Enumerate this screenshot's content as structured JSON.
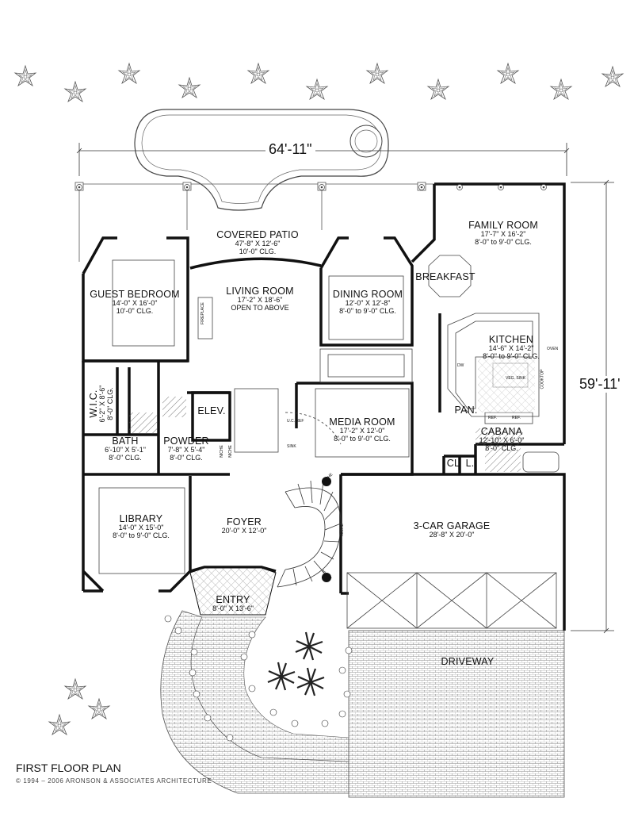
{
  "plan": {
    "title": "FIRST FLOOR PLAN",
    "copyright": "© 1994 – 2006 ARONSON & ASSOCIATES ARCHITECTURE",
    "width_dim": "64'-11\"",
    "depth_dim": "59'-11'"
  },
  "rooms": {
    "covered_patio": {
      "name": "COVERED PATIO",
      "dims": "47'-8\" X 12'-6\"",
      "clg": "10'-0\" CLG."
    },
    "family_room": {
      "name": "FAMILY ROOM",
      "dims": "17'-7\" X 16'-2\"",
      "clg": "8'-0\" to 9'-0\" CLG."
    },
    "breakfast": {
      "name": "BREAKFAST"
    },
    "guest_bedroom": {
      "name": "GUEST BEDROOM",
      "dims": "14'-0\" X 16'-0\"",
      "clg": "10'-0\" CLG."
    },
    "living_room": {
      "name": "LIVING ROOM",
      "dims": "17'-2\" X 18'-6\"",
      "clg": "OPEN TO ABOVE"
    },
    "dining_room": {
      "name": "DINING ROOM",
      "dims": "12'-0\" X 12'-8\"",
      "clg": "8'-0\" to 9'-0\" CLG."
    },
    "kitchen": {
      "name": "KITCHEN",
      "dims": "14'-6\" X 14'-2\"",
      "clg": "8'-0\" to 9'-0\" CLG."
    },
    "wic": {
      "name": "W.I.C.",
      "dims": "6'-2\" X 8'-6\"",
      "clg": "8'-0\" CLG."
    },
    "elev": {
      "name": "ELEV."
    },
    "media_room": {
      "name": "MEDIA ROOM",
      "dims": "17'-2\" X 12'-0\"",
      "clg": "8'-0\" to 9'-0\" CLG."
    },
    "pan": {
      "name": "PAN."
    },
    "bath": {
      "name": "BATH",
      "dims": "6'-10\" X 5'-1\"",
      "clg": "8'-0\" CLG."
    },
    "powder": {
      "name": "POWDER",
      "dims": "7'-8\" X 5'-4\"",
      "clg": "8'-0\" CLG."
    },
    "cabana": {
      "name": "CABANA",
      "dims": "12'-10\" X 6'-0\"",
      "clg": "8'-0\" CLG."
    },
    "cl": {
      "name": "CL"
    },
    "l": {
      "name": "L."
    },
    "library": {
      "name": "LIBRARY",
      "dims": "14'-0\" X 15'-0\"",
      "clg": "8'-0\" to 9'-0\" CLG."
    },
    "foyer": {
      "name": "FOYER",
      "dims": "20'-0\" X 12'-0\""
    },
    "garage": {
      "name": "3-CAR GARAGE",
      "dims": "28'-8\" X 20'-0\""
    },
    "entry": {
      "name": "ENTRY",
      "dims": "8'-0\" X 13'-6\""
    },
    "driveway": {
      "name": "DRIVEWAY"
    }
  },
  "fixtures": {
    "fireplace": "FIREPLACE",
    "niche": "NICHE",
    "uc_ref": "U.C. REF",
    "sink": "SINK",
    "dw": "DW",
    "oven": "OVEN",
    "cooktop": "COOKTOP",
    "veg_sink": "VEG. SINK",
    "ref": "REF."
  }
}
